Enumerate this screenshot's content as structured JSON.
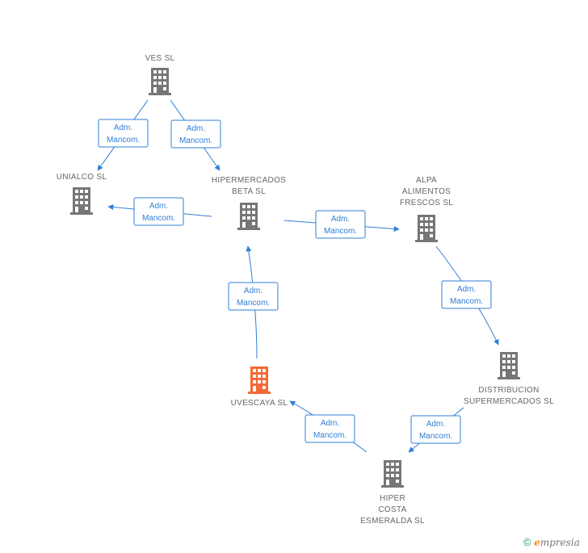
{
  "colors": {
    "node": "#767676",
    "highlight": "#f26a35",
    "edge": "#2f7fd6"
  },
  "nodes": [
    {
      "id": "ves",
      "lines": [
        "VES SL"
      ],
      "icon": "building-icon",
      "highlight": false
    },
    {
      "id": "unialco",
      "lines": [
        "UNIALCO SL"
      ],
      "icon": "building-icon",
      "highlight": false
    },
    {
      "id": "hipermercados",
      "lines": [
        "HIPERMERCADOS",
        "BETA SL"
      ],
      "icon": "building-icon",
      "highlight": false
    },
    {
      "id": "alpa",
      "lines": [
        "ALPA",
        "ALIMENTOS",
        "FRESCOS SL"
      ],
      "icon": "building-icon",
      "highlight": false
    },
    {
      "id": "distribucion",
      "lines": [
        "DISTRIBUCION",
        "SUPERMERCADOS SL"
      ],
      "icon": "building-icon",
      "highlight": false
    },
    {
      "id": "uvescaya",
      "lines": [
        "UVESCAYA SL"
      ],
      "icon": "building-icon",
      "highlight": true
    },
    {
      "id": "hiper",
      "lines": [
        "HIPER",
        "COSTA",
        "ESMERALDA SL"
      ],
      "icon": "building-icon",
      "highlight": false
    }
  ],
  "edges": [
    {
      "from": "ves",
      "to": "unialco",
      "lines": [
        "Adm.",
        "Mancom."
      ]
    },
    {
      "from": "ves",
      "to": "hipermercados",
      "lines": [
        "Adm.",
        "Mancom."
      ]
    },
    {
      "from": "hipermercados",
      "to": "unialco",
      "lines": [
        "Adm.",
        "Mancom."
      ]
    },
    {
      "from": "hipermercados",
      "to": "alpa",
      "lines": [
        "Adm.",
        "Mancom."
      ]
    },
    {
      "from": "uvescaya",
      "to": "hipermercados",
      "lines": [
        "Adm.",
        "Mancom."
      ]
    },
    {
      "from": "alpa",
      "to": "distribucion",
      "lines": [
        "Adm.",
        "Mancom."
      ]
    },
    {
      "from": "distribucion",
      "to": "hiper",
      "lines": [
        "Adm.",
        "Mancom."
      ]
    },
    {
      "from": "hiper",
      "to": "uvescaya",
      "lines": [
        "Adm.",
        "Mancom."
      ]
    }
  ],
  "watermark": {
    "symbol": "©",
    "brand_first": "e",
    "brand_rest": "mpresia"
  }
}
